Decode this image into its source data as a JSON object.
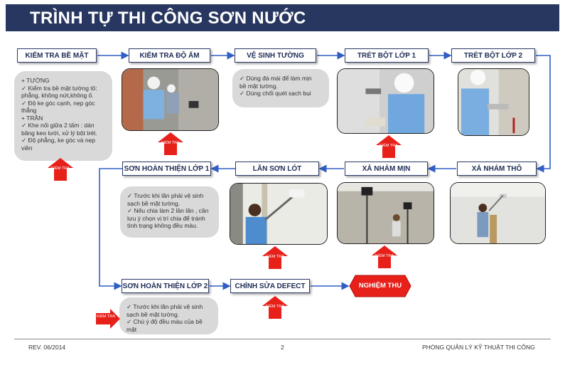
{
  "title": "TRÌNH TỰ THI CÔNG SƠN NƯỚC",
  "steps": {
    "s1": "KIỂM TRA  BỀ MẶT",
    "s2": "KIỂM TRA ĐỘ ẨM",
    "s3": "VỆ SINH TƯỜNG",
    "s4": "TRÉT BỘT LỚP 1",
    "s5": "TRÉT BỘT LỚP 2",
    "s6": "XẢ NHÁM  THÔ",
    "s7": "XẢ NHÁM MỊN",
    "s8": "LĂN SƠN LÓT",
    "s9": "SƠN HOÀN THIỆN LỚP 1",
    "s10": "SƠN HOÀN THIỆN LỚP 2",
    "s11": "CHỈNH SỬA DEFECT",
    "s12": "NGHIỆM THU"
  },
  "notes": {
    "surface": [
      "+ TƯỜNG",
      "✓ Kiểm tra bề mặt tường tô:",
      "   phẳng, không nứt,không ố.",
      "✓ Độ ke góc cạnh, nẹp góc",
      "   thẳng",
      "+ TRẦN",
      "✓ Khe nối giữa 2 tấm : dán",
      "   băng keo lưới, xử lý bột trét.",
      "✓ Độ phẳng, ke góc và nẹp",
      "   viền"
    ],
    "clean": [
      "✓ Dùng đá mài để làm mịn",
      "   bề mặt tường.",
      "✓ Dùng chổi quét sạch bụi"
    ],
    "finish1": [
      "✓ Trước khi lăn phải vệ sinh",
      "   sạch bề mặt tường.",
      "✓ Nếu chia làm 2 lần lăn , cần",
      "   lưu ý chọn vị trí chia để tránh",
      "   tình trạng không đều màu."
    ],
    "finish2": [
      "✓ Trước khi lăn phải vệ sinh",
      "   sạch bề mặt tường.",
      "✓ Chú ý độ đều màu của bề",
      "   mặt"
    ]
  },
  "check_label": "KIỂM TRA",
  "footer": {
    "rev": "REV. 06/2014",
    "page": "2",
    "dept": "PHÒNG QUẢN LÝ KỸ THUẬT THI CÔNG"
  },
  "colors": {
    "title_bg": "#28375f",
    "arrow_blue": "#2f5fc4",
    "check_red": "#e8201a",
    "note_bg": "#d9d9d9"
  }
}
